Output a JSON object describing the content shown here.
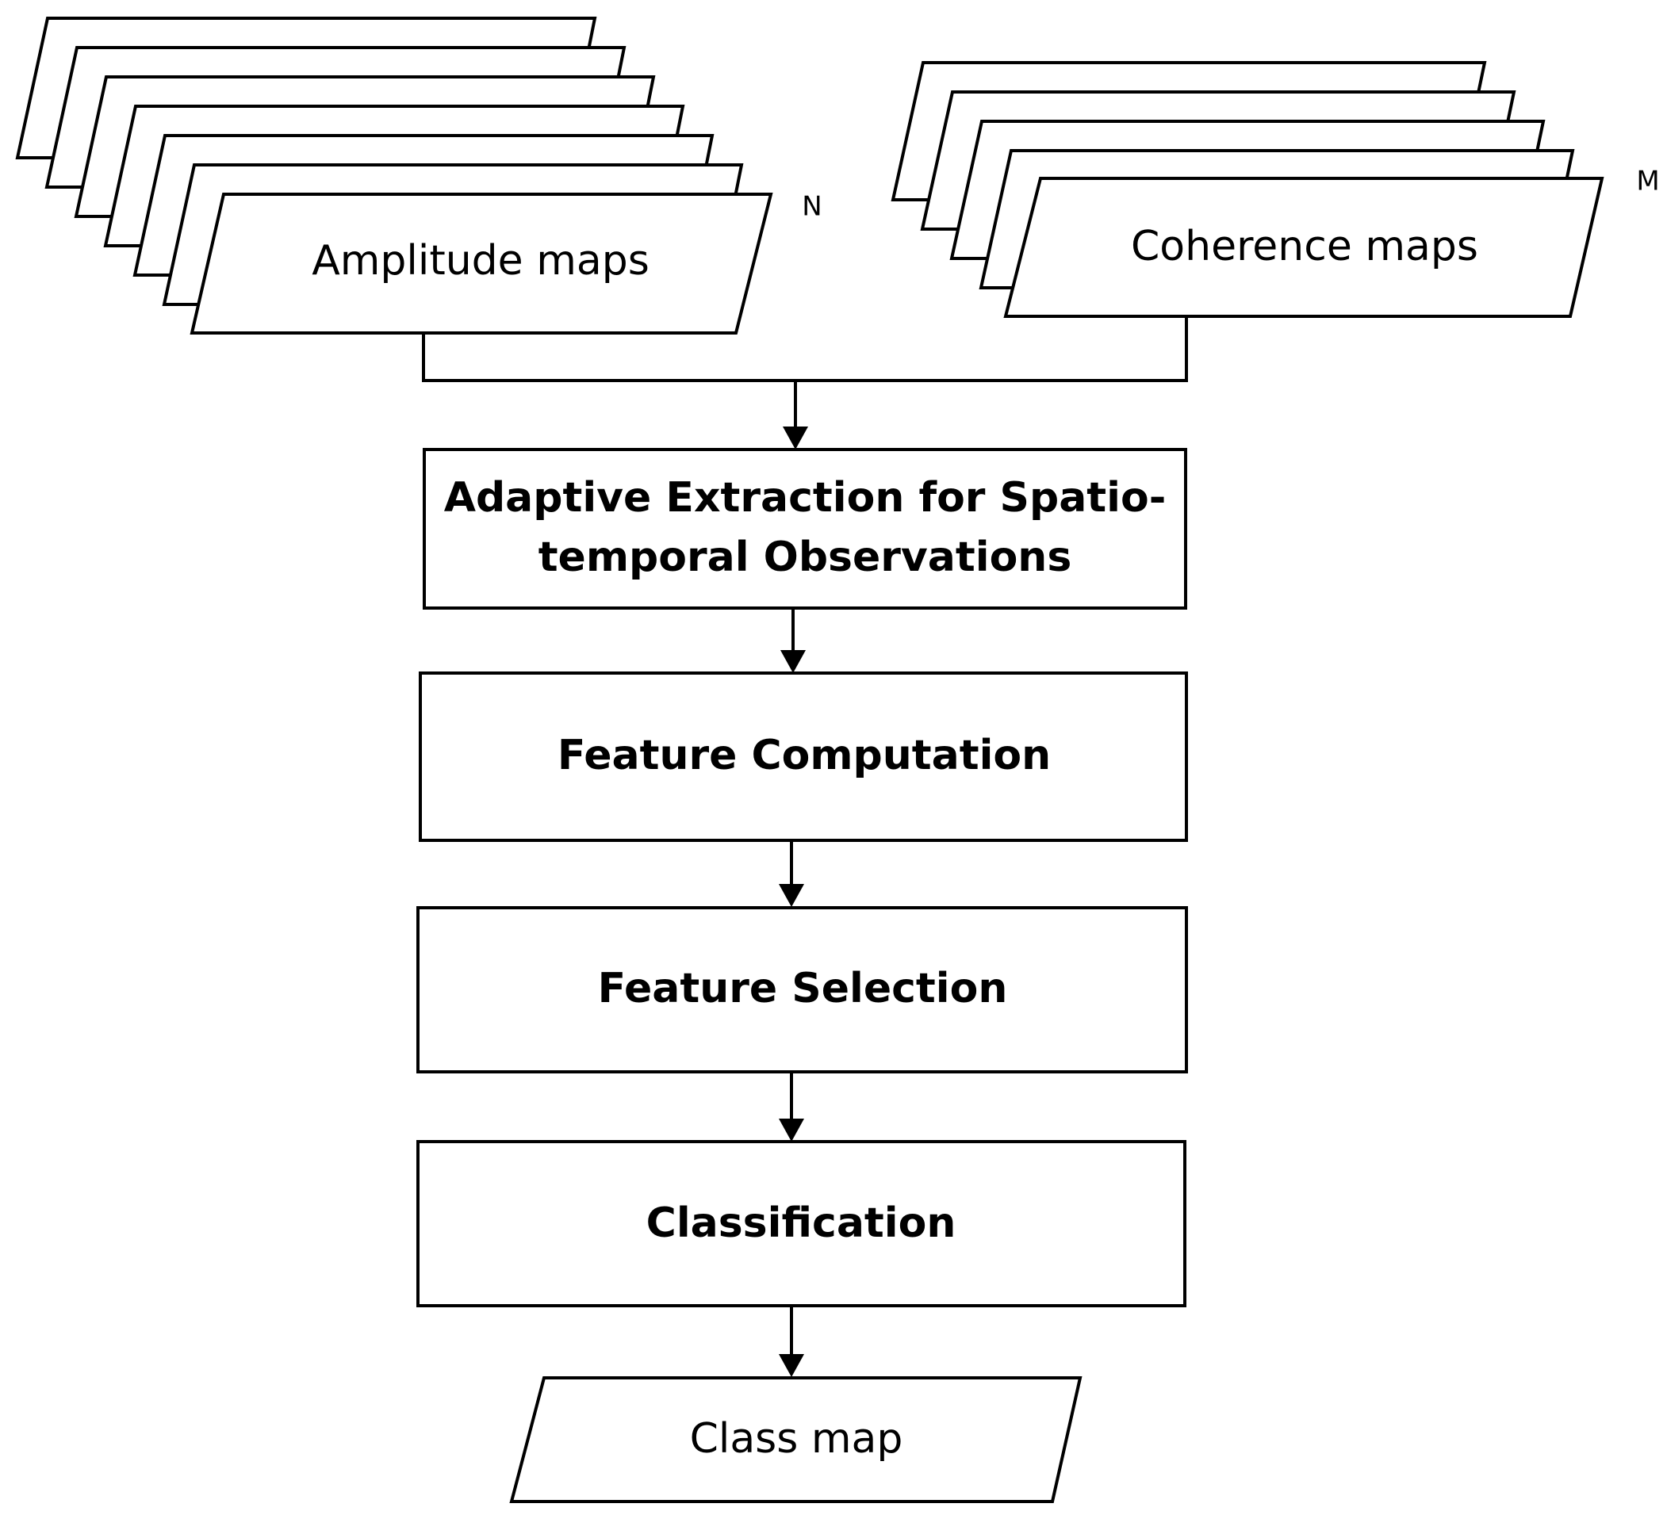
{
  "inputs": {
    "amplitude": {
      "label": "Amplitude maps",
      "count_label": "N"
    },
    "coherence": {
      "label": "Coherence maps",
      "count_label": "M"
    }
  },
  "steps": {
    "extraction": {
      "line1": "Adaptive Extraction for Spatio-",
      "line2": "temporal Observations"
    },
    "features": {
      "label": "Feature Computation"
    },
    "selection": {
      "label": "Feature Selection"
    },
    "classification": {
      "label": "Classification"
    }
  },
  "output": {
    "label": "Class map"
  },
  "colors": {
    "stroke": "#000000",
    "fill": "#ffffff"
  }
}
